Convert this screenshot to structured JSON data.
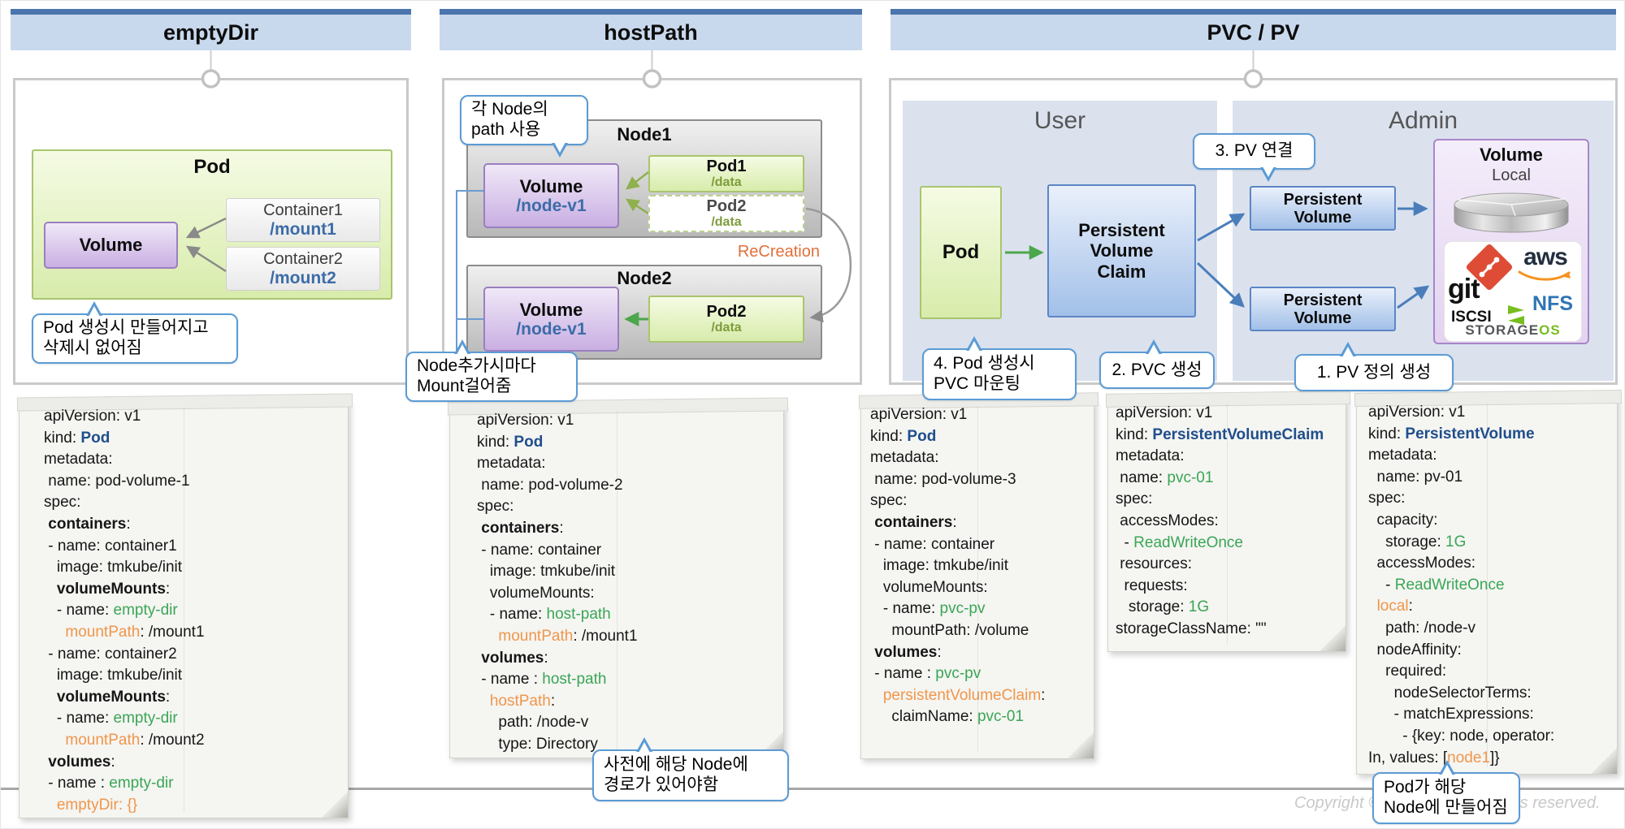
{
  "headers": [
    {
      "label": "emptyDir"
    },
    {
      "label": "hostPath"
    },
    {
      "label": "PVC / PV"
    }
  ],
  "empty_dir": {
    "pod_label": "Pod",
    "volume_label": "Volume",
    "containers": [
      {
        "name": "Container1",
        "mount": "/mount1"
      },
      {
        "name": "Container2",
        "mount": "/mount2"
      }
    ],
    "bubble": "Pod 생성시 만들어지고\n삭제시 없어짐"
  },
  "host_path": {
    "bubble_top": "각 Node의\npath 사용",
    "recreation_label": "ReCreation",
    "bubble_bottom": "Node추가시마다\nMount걸어줌",
    "nodes": [
      {
        "label": "Node1",
        "volume": {
          "label": "Volume",
          "path": "/node-v1"
        },
        "pods": [
          {
            "name": "Pod1",
            "path": "/data"
          },
          {
            "name": "Pod2",
            "path": "/data"
          }
        ]
      },
      {
        "label": "Node2",
        "volume": {
          "label": "Volume",
          "path": "/node-v1"
        },
        "pods": [
          {
            "name": "Pod2",
            "path": "/data"
          }
        ]
      }
    ]
  },
  "pvc_pv": {
    "user_label": "User",
    "admin_label": "Admin",
    "pod_label": "Pod",
    "pvc_label": "Persistent\nVolume\nClaim",
    "pv_labels": [
      "Persistent\nVolume",
      "Persistent\nVolume"
    ],
    "volume": {
      "title": "Volume",
      "subtitle": "Local",
      "logos": {
        "git": "git",
        "aws": "aws",
        "nfs": "NFS",
        "iscsi": "ISCSI",
        "storageos_prefix": "STORAGE",
        "storageos_suffix": "OS"
      }
    },
    "bubbles": {
      "pv_connect": "3. PV 연결",
      "pod_mount": "4. Pod 생성시\nPVC 마운팅",
      "pvc_create": "2. PVC 생성",
      "pv_define": "1. PV 정의 생성"
    }
  },
  "note_bubbles": {
    "host_path": "사전에 해당 Node에\n경로가 있어야함",
    "pv": "Pod가 해당\nNode에 만들어짐"
  },
  "footer": {
    "left": "Copyright ©",
    "right": "hts reserved."
  },
  "colors": {
    "header_bg": "#c9d9ed",
    "header_stripe": "#4c75ad",
    "bubble_border": "#5b9bd5",
    "kind_blue": "#1f4e8c",
    "yaml_green": "#3aa655",
    "yaml_orange": "#f0964a",
    "recreation_orange": "#e0703a",
    "volume_purple": "#c9afe2",
    "pod_green": "#d8ecab",
    "pvc_blue": "#a2c0e8",
    "area_bg": "#dbe2ee"
  },
  "code_blocks": [
    {
      "name": "pod-volume-1-yaml",
      "lines": [
        [
          [
            "p",
            "apiVersion: v1"
          ]
        ],
        [
          [
            "p",
            "kind: "
          ],
          [
            "k",
            "Pod"
          ]
        ],
        [
          [
            "p",
            "metadata:"
          ]
        ],
        [
          [
            "p",
            " name: pod-volume-1"
          ]
        ],
        [
          [
            "p",
            "spec:"
          ]
        ],
        [
          [
            "b",
            " containers"
          ],
          [
            "p",
            ":"
          ]
        ],
        [
          [
            "p",
            " - name: container1"
          ]
        ],
        [
          [
            "p",
            "   image: tmkube/init"
          ]
        ],
        [
          [
            "b",
            "   volumeMounts"
          ],
          [
            "p",
            ":"
          ]
        ],
        [
          [
            "p",
            "   - name: "
          ],
          [
            "g",
            "empty-dir"
          ]
        ],
        [
          [
            "p",
            "     "
          ],
          [
            "o",
            "mountPath"
          ],
          [
            "p",
            ": /mount1"
          ]
        ],
        [
          [
            "p",
            " - name: container2"
          ]
        ],
        [
          [
            "p",
            "   image: tmkube/init"
          ]
        ],
        [
          [
            "b",
            "   volumeMounts"
          ],
          [
            "p",
            ":"
          ]
        ],
        [
          [
            "p",
            "   - name: "
          ],
          [
            "g",
            "empty-dir"
          ]
        ],
        [
          [
            "p",
            "     "
          ],
          [
            "o",
            "mountPath"
          ],
          [
            "p",
            ": /mount2"
          ]
        ],
        [
          [
            "b",
            " volumes"
          ],
          [
            "p",
            ":"
          ]
        ],
        [
          [
            "p",
            " - name : "
          ],
          [
            "g",
            "empty-dir"
          ]
        ],
        [
          [
            "p",
            "   "
          ],
          [
            "o",
            "emptyDir: {}"
          ]
        ]
      ]
    },
    {
      "name": "pod-volume-2-yaml",
      "lines": [
        [
          [
            "p",
            "apiVersion: v1"
          ]
        ],
        [
          [
            "p",
            "kind: "
          ],
          [
            "k",
            "Pod"
          ]
        ],
        [
          [
            "p",
            "metadata:"
          ]
        ],
        [
          [
            "p",
            " name: pod-volume-2"
          ]
        ],
        [
          [
            "p",
            "spec:"
          ]
        ],
        [
          [
            "b",
            " containers"
          ],
          [
            "p",
            ":"
          ]
        ],
        [
          [
            "p",
            " - name: container"
          ]
        ],
        [
          [
            "p",
            "   image: tmkube/init"
          ]
        ],
        [
          [
            "p",
            "   volumeMounts:"
          ]
        ],
        [
          [
            "p",
            "   - name: "
          ],
          [
            "g",
            "host-path"
          ]
        ],
        [
          [
            "p",
            "     "
          ],
          [
            "o",
            "mountPath"
          ],
          [
            "p",
            ": /mount1"
          ]
        ],
        [
          [
            "b",
            " volumes"
          ],
          [
            "p",
            ":"
          ]
        ],
        [
          [
            "p",
            " - name : "
          ],
          [
            "g",
            "host-path"
          ]
        ],
        [
          [
            "p",
            "   "
          ],
          [
            "o",
            "hostPath"
          ],
          [
            "p",
            ":"
          ]
        ],
        [
          [
            "p",
            "     path: /node-v"
          ]
        ],
        [
          [
            "p",
            "     type: Directory"
          ]
        ]
      ]
    },
    {
      "name": "pod-volume-3-yaml",
      "lines": [
        [
          [
            "p",
            "apiVersion: v1"
          ]
        ],
        [
          [
            "p",
            "kind: "
          ],
          [
            "k",
            "Pod"
          ]
        ],
        [
          [
            "p",
            "metadata:"
          ]
        ],
        [
          [
            "p",
            " name: pod-volume-3"
          ]
        ],
        [
          [
            "p",
            "spec:"
          ]
        ],
        [
          [
            "b",
            " containers"
          ],
          [
            "p",
            ":"
          ]
        ],
        [
          [
            "p",
            " - name: container"
          ]
        ],
        [
          [
            "p",
            "   image: tmkube/init"
          ]
        ],
        [
          [
            "p",
            "   volumeMounts:"
          ]
        ],
        [
          [
            "p",
            "   - name: "
          ],
          [
            "g",
            "pvc-pv"
          ]
        ],
        [
          [
            "p",
            "     mountPath: /volume"
          ]
        ],
        [
          [
            "b",
            " volumes"
          ],
          [
            "p",
            ":"
          ]
        ],
        [
          [
            "p",
            " - name : "
          ],
          [
            "g",
            "pvc-pv"
          ]
        ],
        [
          [
            "p",
            "   "
          ],
          [
            "o",
            "persistentVolumeClaim"
          ],
          [
            "p",
            ":"
          ]
        ],
        [
          [
            "p",
            "     claimName: "
          ],
          [
            "g",
            "pvc-01"
          ]
        ]
      ]
    },
    {
      "name": "pvc-01-yaml",
      "lines": [
        [
          [
            "p",
            "apiVersion: v1"
          ]
        ],
        [
          [
            "p",
            "kind: "
          ],
          [
            "k",
            "PersistentVolumeClaim"
          ]
        ],
        [
          [
            "p",
            "metadata:"
          ]
        ],
        [
          [
            "p",
            " name: "
          ],
          [
            "g",
            "pvc-01"
          ]
        ],
        [
          [
            "p",
            "spec:"
          ]
        ],
        [
          [
            "p",
            " accessModes:"
          ]
        ],
        [
          [
            "p",
            "  - "
          ],
          [
            "g",
            "ReadWriteOnce"
          ]
        ],
        [
          [
            "p",
            " resources:"
          ]
        ],
        [
          [
            "p",
            "  requests:"
          ]
        ],
        [
          [
            "p",
            "   storage: "
          ],
          [
            "g",
            "1G"
          ]
        ],
        [
          [
            "p",
            "storageClassName: \"\""
          ]
        ]
      ]
    },
    {
      "name": "pv-01-yaml",
      "lines": [
        [
          [
            "p",
            "apiVersion: v1"
          ]
        ],
        [
          [
            "p",
            "kind: "
          ],
          [
            "k",
            "PersistentVolume"
          ]
        ],
        [
          [
            "p",
            "metadata:"
          ]
        ],
        [
          [
            "p",
            "  name: pv-01"
          ]
        ],
        [
          [
            "p",
            "spec:"
          ]
        ],
        [
          [
            "p",
            "  capacity:"
          ]
        ],
        [
          [
            "p",
            "    storage: "
          ],
          [
            "g",
            "1G"
          ]
        ],
        [
          [
            "p",
            "  accessModes:"
          ]
        ],
        [
          [
            "p",
            "    - "
          ],
          [
            "g",
            "ReadWriteOnce"
          ]
        ],
        [
          [
            "p",
            "  "
          ],
          [
            "o",
            "local"
          ],
          [
            "p",
            ":"
          ]
        ],
        [
          [
            "p",
            "    path: /node-v"
          ]
        ],
        [
          [
            "p",
            "  nodeAffinity:"
          ]
        ],
        [
          [
            "p",
            "    required:"
          ]
        ],
        [
          [
            "p",
            "      nodeSelectorTerms:"
          ]
        ],
        [
          [
            "p",
            "      - matchExpressions:"
          ]
        ],
        [
          [
            "p",
            "        - {key: node, operator:"
          ]
        ],
        [
          [
            "p",
            "In, values: ["
          ],
          [
            "o",
            "node1"
          ],
          [
            "p",
            "]}"
          ]
        ]
      ]
    }
  ]
}
